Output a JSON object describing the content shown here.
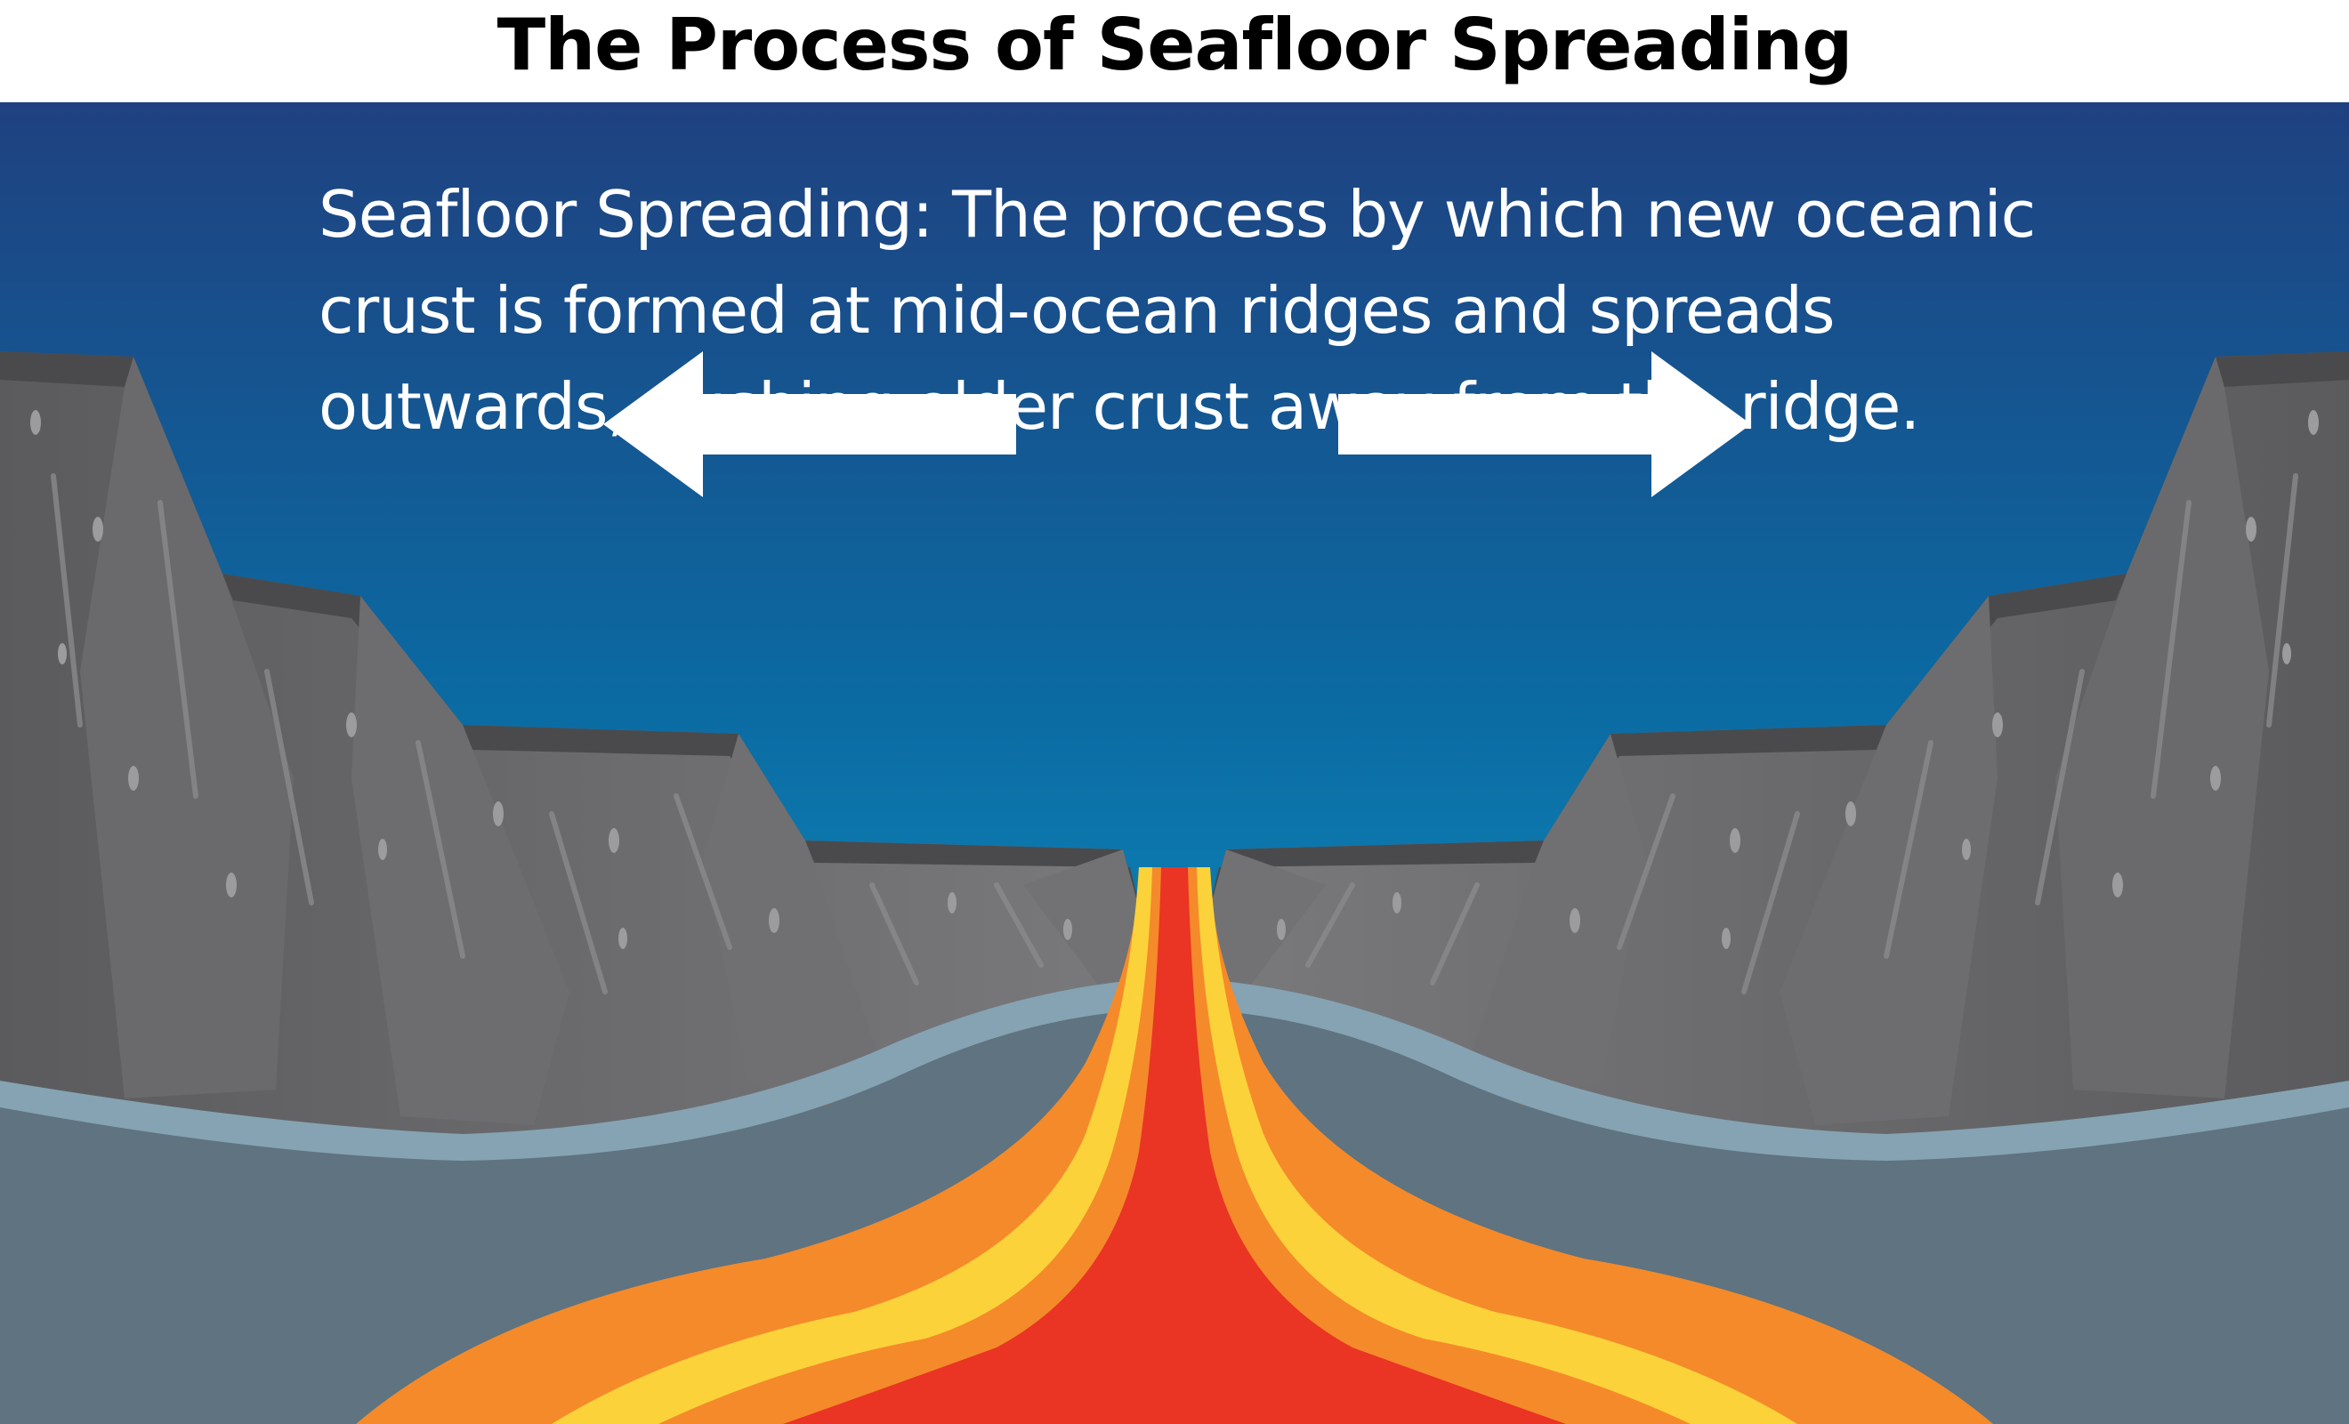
{
  "title": "The Process of Seafloor Spreading",
  "definition": {
    "lines": [
      "Seafloor Spreading: The process by which new oceanic",
      "crust is formed at mid-ocean ridges and spreads",
      "outwards, pushing older crust away from the ridge."
    ]
  },
  "arrows": {
    "left": "arrow-left-icon",
    "right": "arrow-right-icon"
  },
  "colors": {
    "ocean_top": "#1f4180",
    "ocean_bottom": "#0fa6d2",
    "rock_face": "#6e6e70",
    "rock_dark": "#4a4a4c",
    "crust": "#5f7380",
    "crust_band": "#86a3b3",
    "magma_core": "#ea3424",
    "magma_mid": "#f58a2a",
    "magma_edge": "#fbd23a"
  }
}
